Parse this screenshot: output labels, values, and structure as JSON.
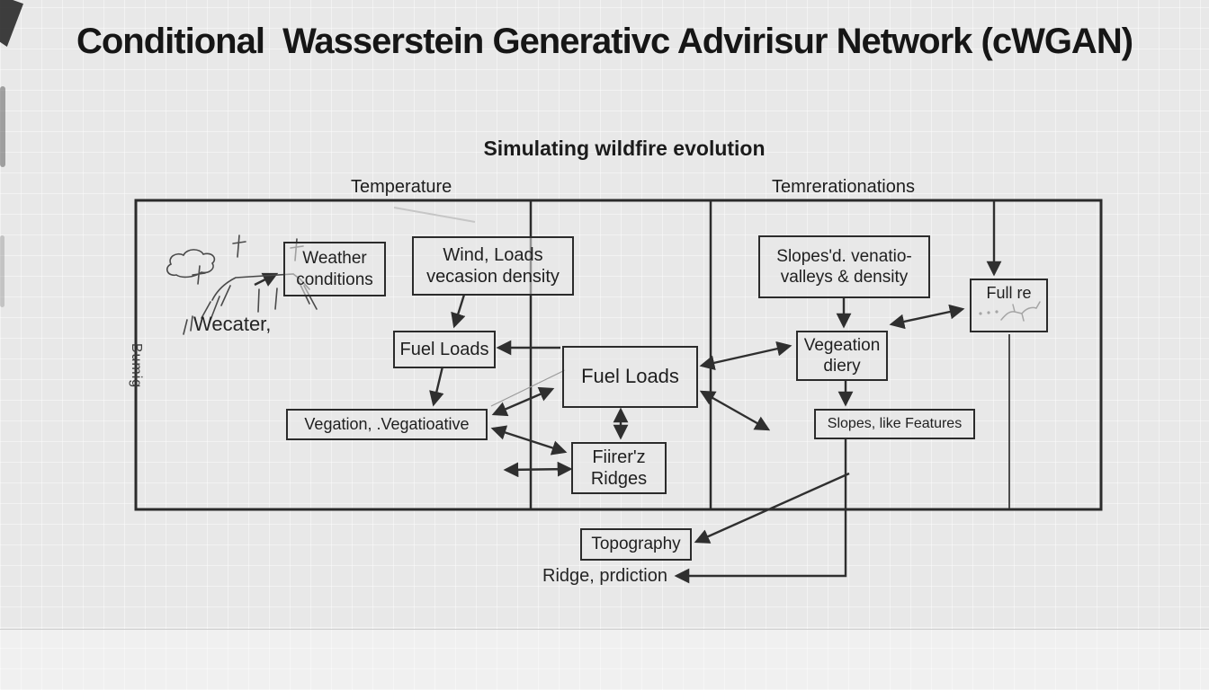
{
  "colors": {
    "paper": "#e8e8e8",
    "ink": "#1f1f1f",
    "line": "#2f2f2f",
    "box_border": "#2b2b2b"
  },
  "title": "Conditional  Wasserstein Generativc Advirisur Network (cWGAN)",
  "subtitle": "Simulating wildfire evolution",
  "panel_labels": {
    "left": "Temperature",
    "right": "Temrerationations"
  },
  "side_label": "Bumig",
  "sketch_caption": "Wecater,",
  "nodes": {
    "weather_conditions": {
      "line1": "Weather",
      "line2": "conditions"
    },
    "wind_loads": {
      "line1": "Wind, Loads",
      "line2": "vecasion density"
    },
    "fuel_loads_small": {
      "line1": "Fuel Loads"
    },
    "vegation": {
      "line1": "Vegation, .Vegatioative"
    },
    "fuel_loads_main": {
      "line1": "Fuel Loads"
    },
    "fire_ridges": {
      "line1": "Fiirer'z",
      "line2": "Ridges"
    },
    "slopes_valleys": {
      "line1": "Slopes'd. venatio-",
      "line2": "valleys & density"
    },
    "vegeation_diery": {
      "line1": "Vegeation",
      "line2": "diery"
    },
    "slopes_features": {
      "line1": "Slopes, like Features"
    },
    "full_re": {
      "line1": "Full re"
    },
    "topography": {
      "line1": "Topography"
    }
  },
  "footer": {
    "ridge_prediction": "Ridge, prdiction"
  },
  "icons": [
    "cloud-icon",
    "fire-sketch-icon",
    "branch-sketch-icon",
    "dots-icon"
  ]
}
